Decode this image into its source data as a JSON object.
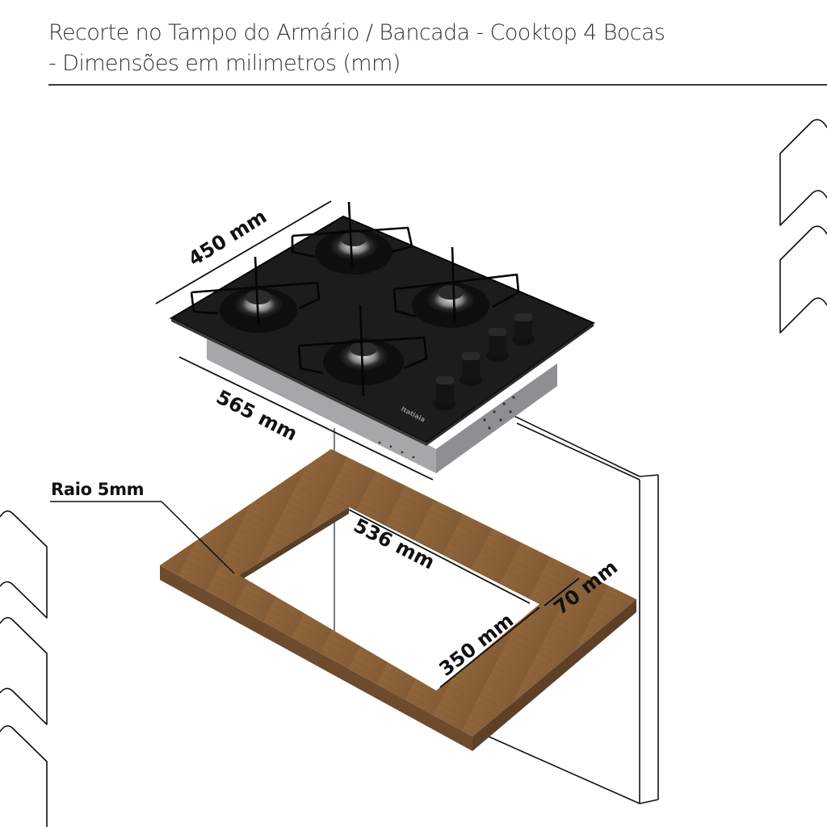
{
  "header": {
    "title_line1": "Recorte no Tampo do Armário / Bancada -  Cooktop 4 Bocas",
    "title_line2": "- Dimensões em milimetros (mm)"
  },
  "product": {
    "name": "Cooktop 4 Bocas",
    "brand_logo": "Itatiaia",
    "burners": 4,
    "knobs": 4
  },
  "dimensions": {
    "cooktop_depth": "450 mm",
    "cooktop_width": "565 mm",
    "cutout_length": "536 mm",
    "cutout_width": "350 mm",
    "edge_distance": "70 mm",
    "corner_radius": "Raio 5mm"
  },
  "colors": {
    "wood": "#8b6440",
    "wood_dark": "#6e4b2c",
    "glass": "#1c1c1c",
    "steel": "#a9a9ab",
    "line": "#111111",
    "title": "#333333"
  },
  "decor": {
    "right_chevrons": 2,
    "left_chevrons": 3
  }
}
